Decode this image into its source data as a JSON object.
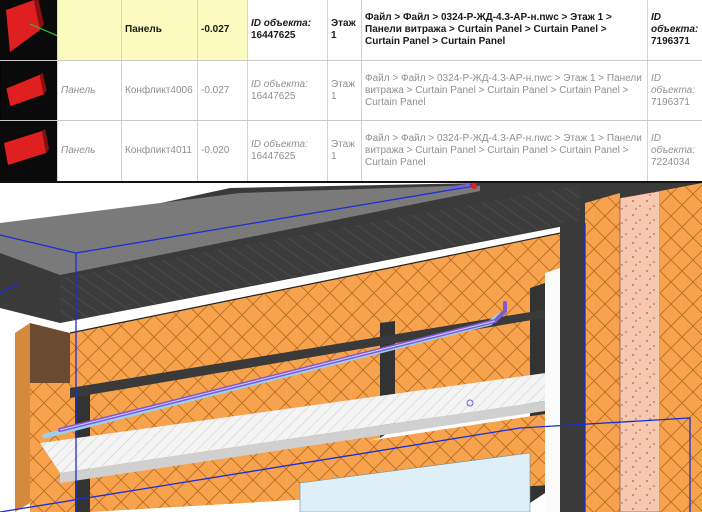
{
  "table": {
    "id_label": "ID объекта:",
    "rows": [
      {
        "name": "Панель",
        "test": "",
        "distance": "-0.027",
        "id1": "16447625",
        "level": "Этаж 1",
        "path": "Файл > Файл > 0324-Р-ЖД-4.3-АР-н.nwc > Этаж 1 > Панели витража > Curtain Panel > Curtain Panel > Curtain Panel > Curtain Panel",
        "id2": "7196371",
        "highlighted": true
      },
      {
        "name": "Панель",
        "test": "Конфликт4006",
        "distance": "-0.027",
        "id1": "16447625",
        "level": "Этаж 1",
        "path": "Файл > Файл > 0324-Р-ЖД-4.3-АР-н.nwc > Этаж 1 > Панели витража > Curtain Panel > Curtain Panel > Curtain Panel > Curtain Panel",
        "id2": "7196371",
        "highlighted": false
      },
      {
        "name": "Панель",
        "test": "Конфликт4011",
        "distance": "-0.020",
        "id1": "16447625",
        "level": "Этаж 1",
        "path": "Файл > Файл > 0324-Р-ЖД-4.3-АР-н.nwc > Этаж 1 > Панели витража > Curtain Panel > Curtain Panel > Curtain Panel > Curtain Panel",
        "id2": "7224034",
        "highlighted": false
      }
    ]
  },
  "colors": {
    "highlight": "#fbfbbf",
    "insulation": "#f7a24c",
    "clash": "#ff2020",
    "concrete": "#3d3d3d",
    "pipe": "#7b5cd6",
    "pipe_light": "#9ad0ee",
    "frame": "#1a2fd6"
  },
  "icons": [
    "clash-thumbnail",
    "pipe-run",
    "section-box"
  ]
}
